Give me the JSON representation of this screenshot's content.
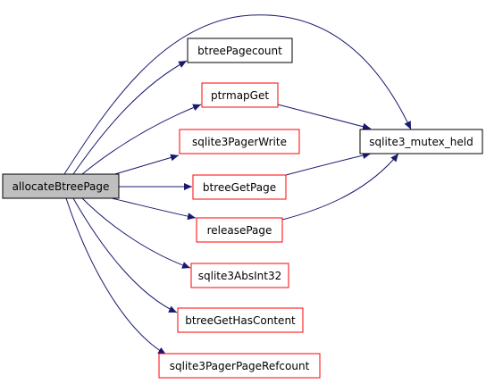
{
  "colors": {
    "edge": "#191970",
    "root_fill": "#bfbfbf",
    "root_border": "#000000",
    "black_border": "#000000",
    "red_border": "#ff0000",
    "node_fill": "#ffffff"
  },
  "nodes": {
    "root": {
      "label": "allocateBtreePage",
      "style": "root"
    },
    "btreePagecount": {
      "label": "btreePagecount",
      "style": "black"
    },
    "ptrmapGet": {
      "label": "ptrmapGet",
      "style": "red"
    },
    "sqlite3PagerWrite": {
      "label": "sqlite3PagerWrite",
      "style": "red"
    },
    "btreeGetPage": {
      "label": "btreeGetPage",
      "style": "red"
    },
    "releasePage": {
      "label": "releasePage",
      "style": "red"
    },
    "sqlite3AbsInt32": {
      "label": "sqlite3AbsInt32",
      "style": "red"
    },
    "btreeGetHasContent": {
      "label": "btreeGetHasContent",
      "style": "red"
    },
    "sqlite3PagerPageRefcount": {
      "label": "sqlite3PagerPageRefcount",
      "style": "red"
    },
    "sqlite3_mutex_held": {
      "label": "sqlite3_mutex_held",
      "style": "black"
    }
  },
  "edges": [
    {
      "from": "root",
      "to": "sqlite3_mutex_held"
    },
    {
      "from": "root",
      "to": "btreePagecount"
    },
    {
      "from": "root",
      "to": "ptrmapGet"
    },
    {
      "from": "root",
      "to": "sqlite3PagerWrite"
    },
    {
      "from": "root",
      "to": "btreeGetPage"
    },
    {
      "from": "root",
      "to": "releasePage"
    },
    {
      "from": "root",
      "to": "sqlite3AbsInt32"
    },
    {
      "from": "root",
      "to": "btreeGetHasContent"
    },
    {
      "from": "root",
      "to": "sqlite3PagerPageRefcount"
    },
    {
      "from": "ptrmapGet",
      "to": "sqlite3_mutex_held"
    },
    {
      "from": "btreeGetPage",
      "to": "sqlite3_mutex_held"
    },
    {
      "from": "releasePage",
      "to": "sqlite3_mutex_held"
    }
  ]
}
